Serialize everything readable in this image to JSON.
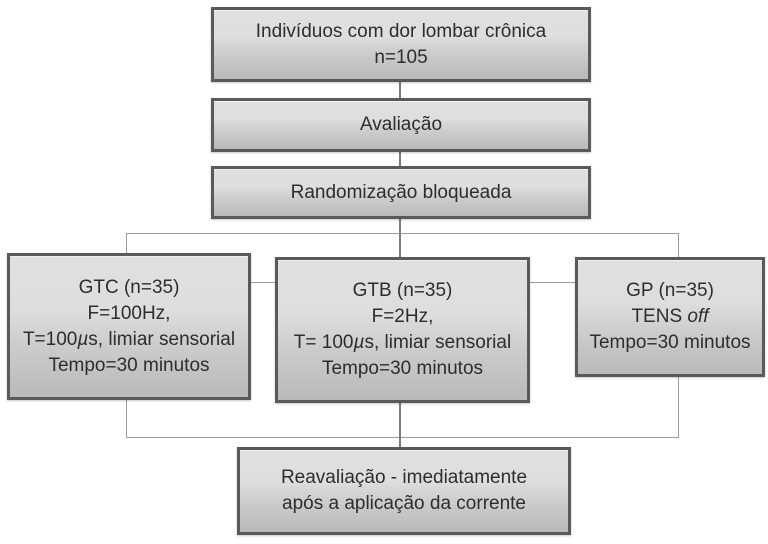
{
  "flowchart": {
    "individuals": {
      "line1": "Indivíduos com dor lombar crônica",
      "line2": "n=105"
    },
    "avaliacao": {
      "label": "Avaliação"
    },
    "randomizacao": {
      "label": "Randomização bloqueada"
    },
    "gtc": {
      "line1": "GTC (n=35)",
      "line2": "F=100Hz,",
      "line3_pre": "T=100",
      "line3_mu": "µ",
      "line3_post": "s, limiar sensorial",
      "line4": "Tempo=30 minutos"
    },
    "gtb": {
      "line1": "GTB (n=35)",
      "line2": "F=2Hz,",
      "line3_pre": "T= 100",
      "line3_mu": "µ",
      "line3_post": "s, limiar sensorial",
      "line4": "Tempo=30 minutos"
    },
    "gp": {
      "line1": "GP (n=35)",
      "line2_pre": "TENS ",
      "line2_italic": "off",
      "line3": "Tempo=30 minutos"
    },
    "reavaliacao": {
      "line1": "Reavaliação - imediatamente",
      "line2": "após a aplicação da corrente"
    }
  },
  "colors": {
    "box-border": "#5a5a5a",
    "fill-top": "#e0e0e0",
    "fill-hi": "#dedede",
    "fill-bottom": "#b9b9b9",
    "connector": "#9c9c9c",
    "connector-dark": "#7b7b7b",
    "text": "#2d2d2d",
    "bg": "#ffffff"
  }
}
